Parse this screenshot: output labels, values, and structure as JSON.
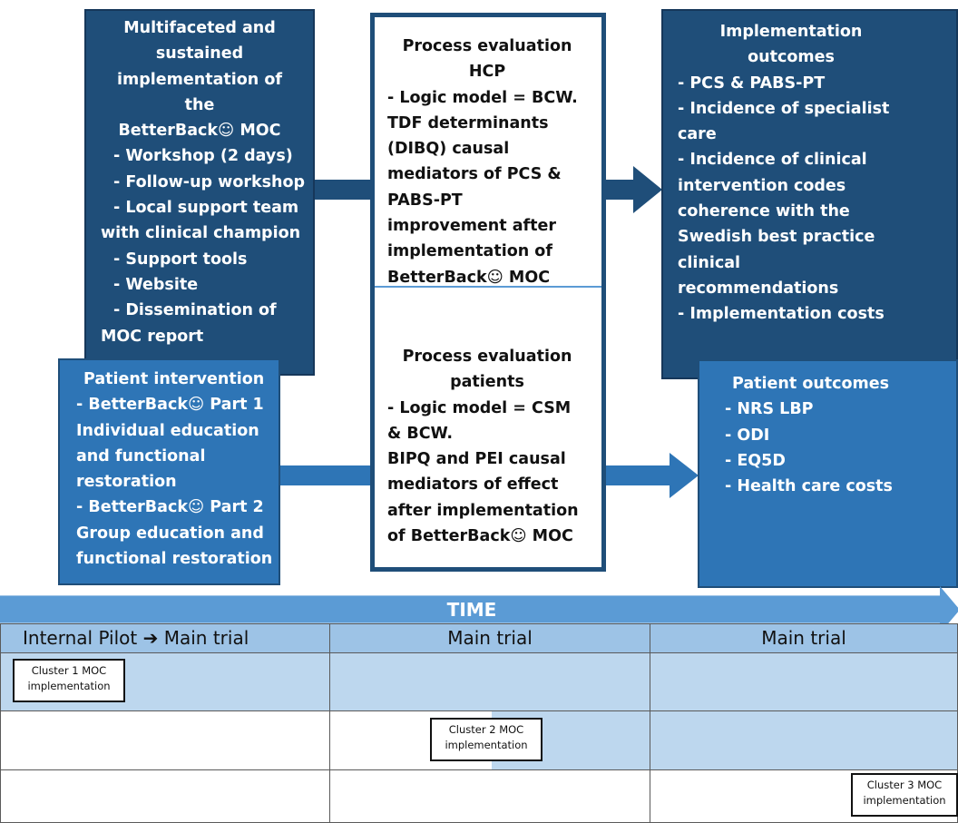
{
  "implementation_box": {
    "title_lines": [
      "Multifaceted and",
      "sustained",
      "implementation of",
      "the",
      "BetterBack☺ MOC"
    ],
    "items": [
      "- Workshop (2 days)",
      "- Follow-up workshop",
      "- Local support team",
      "with clinical champion",
      "- Support tools",
      "- Website",
      "- Dissemination of",
      "MOC report"
    ]
  },
  "patient_intervention_box": {
    "title": "Patient intervention",
    "items": [
      "- BetterBack☺ Part 1",
      "Individual education",
      "and functional",
      "restoration",
      "- BetterBack☺ Part 2",
      "Group education and",
      "functional restoration"
    ]
  },
  "process_hcp": {
    "title_lines": [
      "Process evaluation",
      "HCP"
    ],
    "lines": [
      "- Logic model = BCW.",
      "TDF determinants",
      "(DIBQ) causal",
      "mediators of PCS &",
      "PABS-PT",
      "improvement after",
      "implementation of",
      "BetterBack☺ MOC"
    ]
  },
  "process_patients": {
    "title_lines": [
      "Process evaluation",
      "patients"
    ],
    "lines": [
      "- Logic model = CSM",
      "& BCW.",
      "BIPQ and PEI causal",
      "mediators of effect",
      "after implementation",
      "of BetterBack☺ MOC"
    ]
  },
  "implementation_outcomes": {
    "title_lines": [
      "Implementation",
      "outcomes"
    ],
    "items": [
      "- PCS & PABS-PT",
      "- Incidence of specialist",
      "care",
      "- Incidence of clinical",
      "intervention codes",
      "coherence with the",
      "Swedish best practice",
      "clinical",
      "recommendations",
      "- Implementation costs"
    ]
  },
  "patient_outcomes": {
    "title": "Patient outcomes",
    "items": [
      "- NRS LBP",
      "- ODI",
      "- EQ5D",
      "- Health care costs"
    ]
  },
  "timeline": {
    "time_label": "TIME",
    "headers": [
      "Internal Pilot ➔ Main trial",
      "Main trial",
      "Main trial"
    ],
    "clusters": [
      {
        "line1": "Cluster 1 MOC",
        "line2": "implementation"
      },
      {
        "line1": "Cluster 2 MOC",
        "line2": "implementation"
      },
      {
        "line1": "Cluster 3 MOC",
        "line2": "implementation"
      }
    ]
  },
  "colors": {
    "dark_blue": "#1f4e79",
    "mid_blue": "#2e75b6",
    "time_bar": "#5b9bd5",
    "header_blue": "#9dc3e6",
    "shade_blue": "#bdd7ee"
  }
}
